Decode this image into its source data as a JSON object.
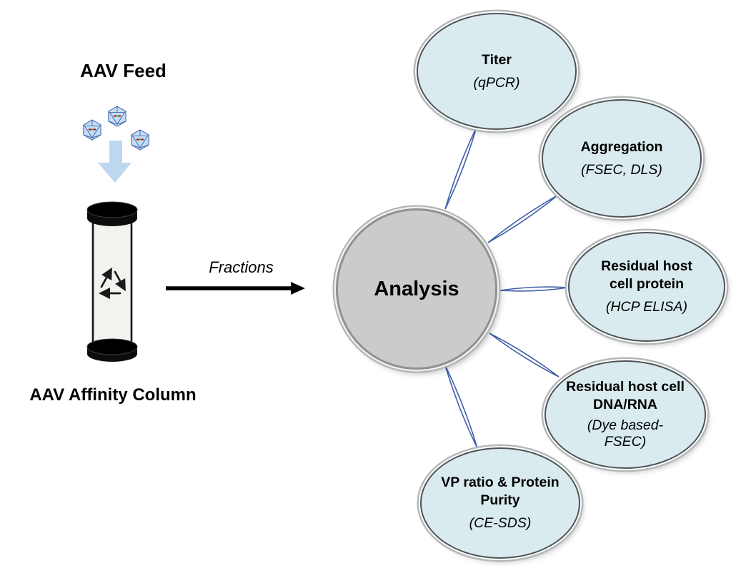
{
  "feed_section": {
    "title": "AAV Feed",
    "particles_icon": "aav-particle-icon",
    "down_arrow_icon": "down-arrow-icon"
  },
  "column_section": {
    "caption": "AAV Affinity Column",
    "recycle_icon": "recycle-icon"
  },
  "transfer": {
    "label": "Fractions",
    "arrow_icon": "right-arrow-icon"
  },
  "hub": {
    "label": "Analysis"
  },
  "nodes": [
    {
      "id": "titer",
      "title": "Titer",
      "method": "(qPCR)"
    },
    {
      "id": "aggregation",
      "title": "Aggregation",
      "method": "(FSEC, DLS)"
    },
    {
      "id": "hcp",
      "title": "Residual host cell protein",
      "method": "(HCP ELISA)"
    },
    {
      "id": "dnarna",
      "title": "Residual host cell DNA/RNA",
      "method": "(Dye based-FSEC)"
    },
    {
      "id": "vp",
      "title": "VP ratio & Protein Purity",
      "method": "(CE-SDS)"
    }
  ],
  "colors": {
    "node_fill": "#d9ebee",
    "hub_fill": "#cbcbcb",
    "connector_blue": "#3f5fa7",
    "feed_arrow_blue": "#bdd7ee",
    "particle_fill": "#c5ddf4",
    "particle_stroke": "#2e5aa0",
    "text": "#000000"
  }
}
